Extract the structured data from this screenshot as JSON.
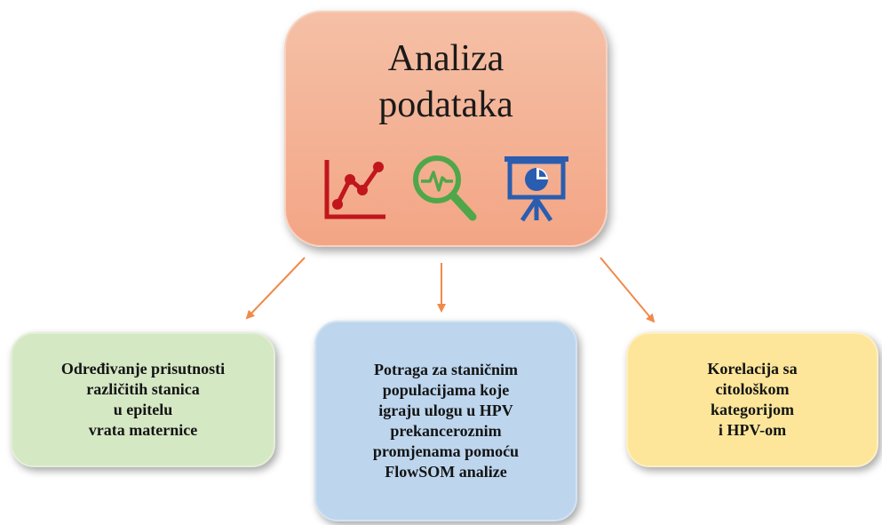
{
  "diagram": {
    "root": {
      "title": "Analiza\npodataka",
      "icons": [
        "line-chart-icon",
        "magnifier-pulse-icon",
        "presentation-pie-icon"
      ]
    },
    "children": [
      {
        "id": "left",
        "text": "Određivanje prisutnosti\nrazličitih stanica\nu epitelu\nvrata maternice"
      },
      {
        "id": "middle",
        "text": "Potraga za staničnim\npopulacijama koje\nigraju ulogu u HPV\nprekanceroznim\npromjenama pomoću\nFlowSOM analize"
      },
      {
        "id": "right",
        "text": "Korelacija sa\ncitološkom\nkategorijom\ni HPV-om"
      }
    ],
    "colors": {
      "root_fill": "#f4b294",
      "left_fill": "#d5e8c4",
      "middle_fill": "#bdd6ee",
      "right_fill": "#fde69a",
      "arrow": "#f08a4b",
      "chart_icon": "#c0161c",
      "search_icon": "#4fa74a",
      "presentation_icon": "#2a5db0"
    }
  }
}
